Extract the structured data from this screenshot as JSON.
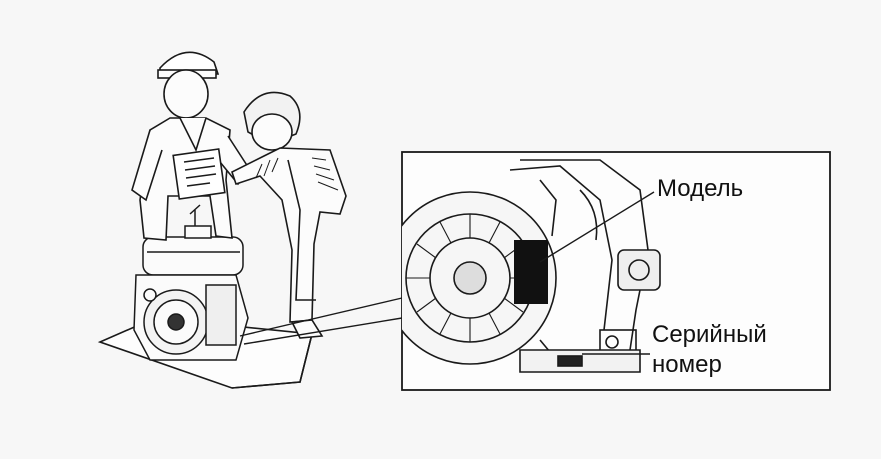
{
  "labels": {
    "model": "Модель",
    "serial_line1": "Серийный",
    "serial_line2": "номер"
  },
  "colors": {
    "background": "#f7f7f7",
    "ink": "#1a1a1a",
    "sticker": "#111111"
  }
}
